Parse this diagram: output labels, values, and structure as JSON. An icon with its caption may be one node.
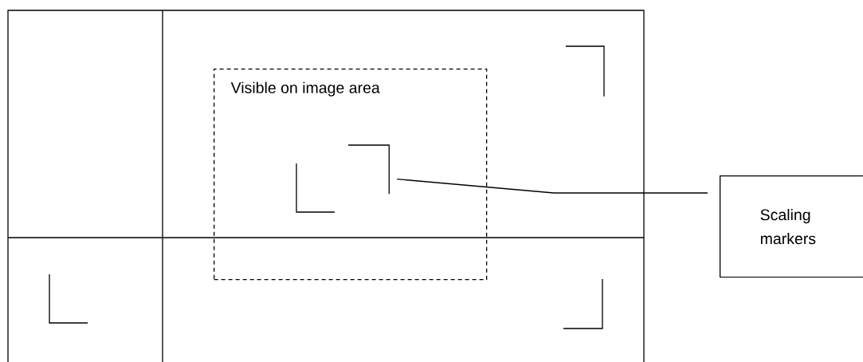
{
  "diagram": {
    "nodes": [
      {
        "text": [
          "Visible on image area"
        ]
      },
      {
        "text": [
          "Scaling markers"
        ]
      },
      {
        "text": [],
        "shape": "corner",
        "in": 0
      }
    ],
    "edges": [
      {
        "from": 1,
        "to": 2,
        "arrow": "none"
      }
    ]
  }
}
